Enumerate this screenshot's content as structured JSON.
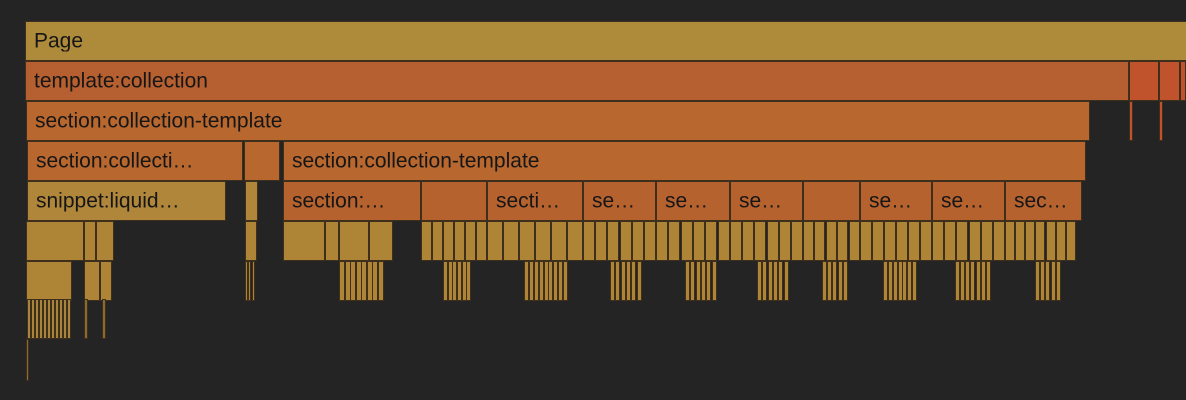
{
  "flamegraph": {
    "frames": [
      {
        "label": "Page",
        "color": "page"
      },
      {
        "label": "template:collection",
        "color": "tmpl"
      },
      {
        "label": "",
        "color": "tmpl2"
      },
      {
        "label": "",
        "color": "tmpl2"
      },
      {
        "label": "",
        "color": "tmpl2"
      },
      {
        "label": "section:collection-template",
        "color": "sect"
      },
      {
        "label": "section:collecti…",
        "color": "sect"
      },
      {
        "label": "",
        "color": "sect"
      },
      {
        "label": "section:collection-template",
        "color": "sect"
      },
      {
        "label": "snippet:liquid…",
        "color": "snip"
      },
      {
        "label": "",
        "color": "snip"
      },
      {
        "label": "section:…",
        "color": "sect2"
      },
      {
        "label": "",
        "color": "sect2"
      },
      {
        "label": "secti…",
        "color": "sect2"
      },
      {
        "label": "se…",
        "color": "sect2"
      },
      {
        "label": "se…",
        "color": "sect2"
      },
      {
        "label": "se…",
        "color": "sect2"
      },
      {
        "label": "",
        "color": "sect2"
      },
      {
        "label": "se…",
        "color": "sect2"
      },
      {
        "label": "se…",
        "color": "sect2"
      },
      {
        "label": "sec…",
        "color": "sect2"
      }
    ]
  }
}
